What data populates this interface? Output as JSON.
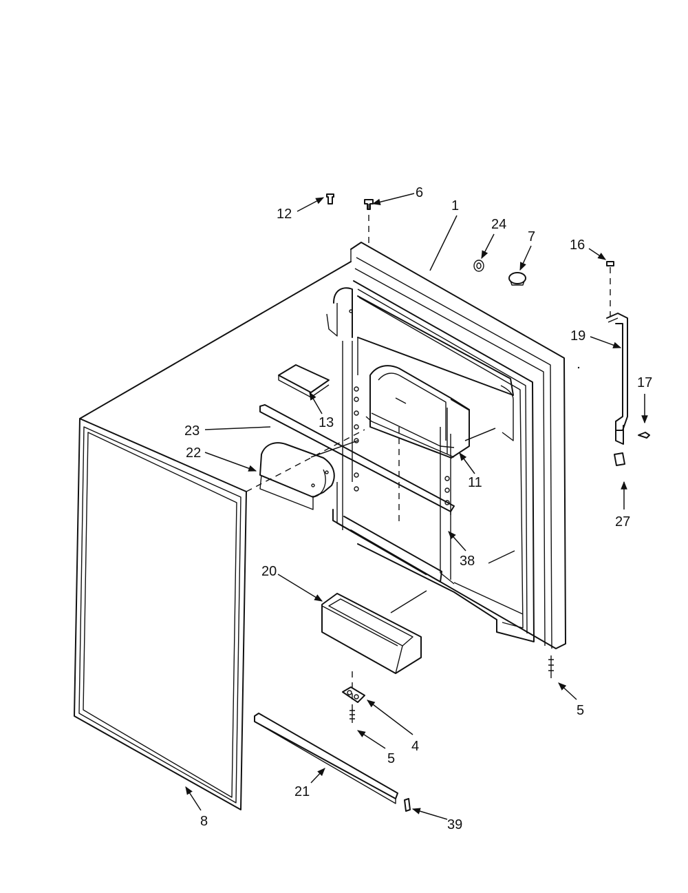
{
  "callouts": {
    "c1": "1",
    "c4": "4",
    "c5a": "5",
    "c5b": "5",
    "c6": "6",
    "c7": "7",
    "c8": "8",
    "c11": "11",
    "c12": "12",
    "c13": "13",
    "c16": "16",
    "c17": "17",
    "c19": "19",
    "c20": "20",
    "c21": "21",
    "c22": "22",
    "c23": "23",
    "c24": "24",
    "c27": "27",
    "c38": "38",
    "c39": "39"
  }
}
